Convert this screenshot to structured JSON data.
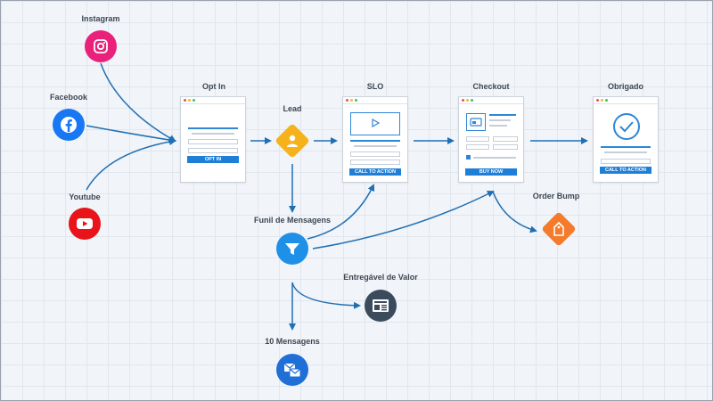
{
  "nodes": {
    "instagram": {
      "label": "Instagram",
      "color": "#e9217a",
      "icon": "instagram-icon"
    },
    "facebook": {
      "label": "Facebook",
      "color": "#1877f2",
      "icon": "facebook-icon"
    },
    "youtube": {
      "label": "Youtube",
      "color": "#e8141a",
      "icon": "youtube-icon"
    },
    "optin": {
      "label": "Opt In",
      "button": "OPT IN"
    },
    "lead": {
      "label": "Lead",
      "color": "#f6b21b",
      "icon": "user-icon"
    },
    "slo": {
      "label": "SLO",
      "button": "CALL TO ACTION"
    },
    "checkout": {
      "label": "Checkout",
      "button": "BUY NOW"
    },
    "obrigado": {
      "label": "Obrigado",
      "button": "CALL TO ACTION"
    },
    "order_bump": {
      "label": "Order Bump",
      "color": "#f37b2b",
      "icon": "tag-icon"
    },
    "funil": {
      "label": "Funil de Mensagens",
      "color": "#1e90e8",
      "icon": "funnel-icon"
    },
    "entregavel": {
      "label": "Entregável de Valor",
      "color": "#3c4b5c",
      "icon": "newspaper-icon"
    },
    "mensagens": {
      "label": "10 Mensagens",
      "color": "#1f6fd6",
      "icon": "messages-icon"
    }
  },
  "colors": {
    "accent": "#1f7fd6",
    "arrow": "#1f6fb4"
  }
}
